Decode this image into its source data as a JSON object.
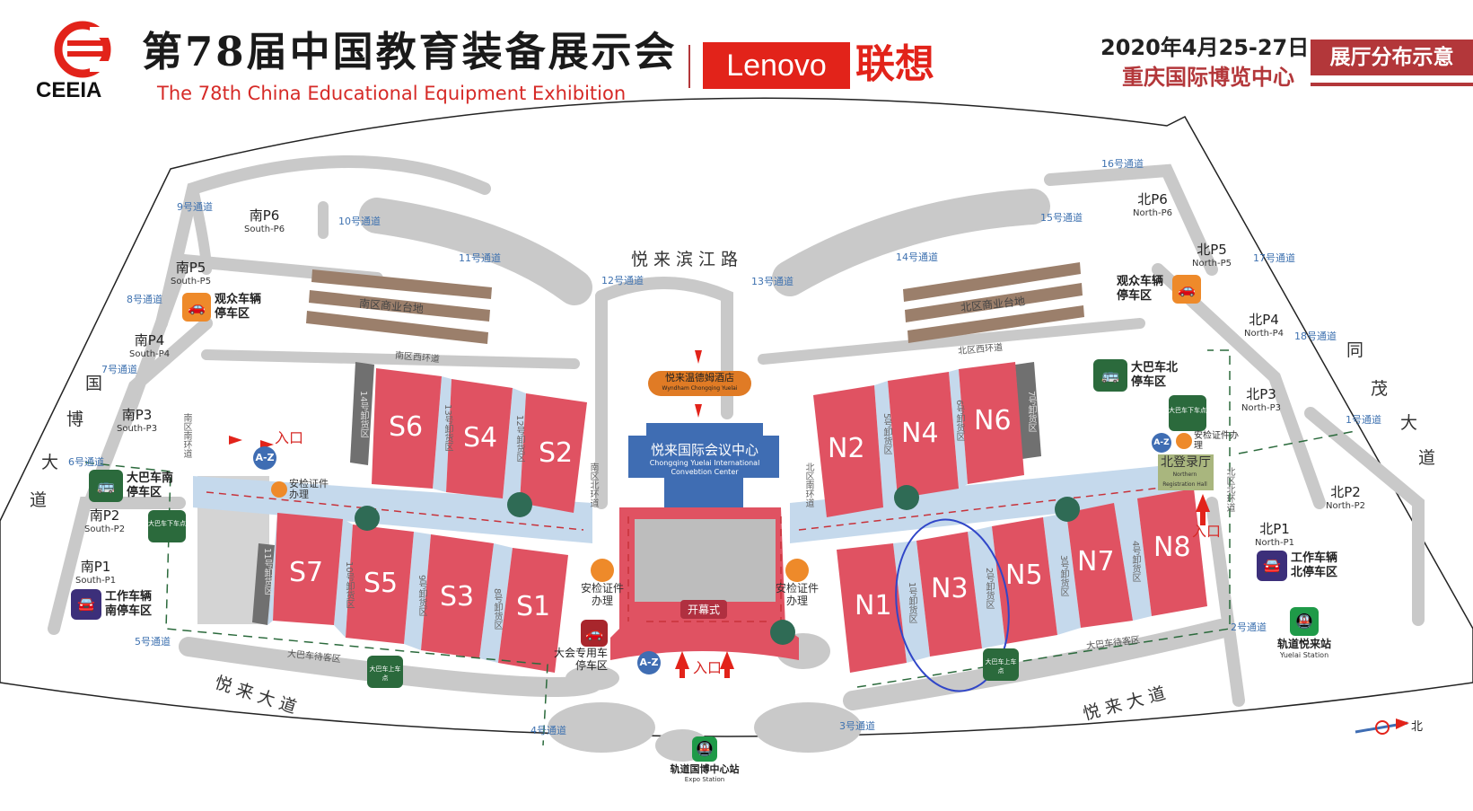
{
  "header": {
    "logo_text": "CEEIA",
    "title_cn": "第78届中国教育装备展示会",
    "title_en": "The 78th China Educational Equipment Exhibition",
    "sponsor_en": "Lenovo",
    "sponsor_cn": "联想",
    "date": "2020年4月25-27日",
    "venue": "重庆国际博览中心",
    "map_label": "展厅分布示意"
  },
  "roads": [
    "9号通道",
    "10号通道",
    "11号通道",
    "12号通道",
    "13号通道",
    "14号通道",
    "15号通道",
    "16号通道",
    "17号通道",
    "18号通道",
    "1号通道",
    "2号通道",
    "3号通道",
    "4号通道",
    "5号通道",
    "6号通道",
    "7号通道",
    "8号通道"
  ],
  "parking": [
    {
      "cn": "南P6",
      "en": "South-P6"
    },
    {
      "cn": "南P5",
      "en": "South-P5"
    },
    {
      "cn": "南P4",
      "en": "South-P4"
    },
    {
      "cn": "南P3",
      "en": "South-P3"
    },
    {
      "cn": "南P2",
      "en": "South-P2"
    },
    {
      "cn": "南P1",
      "en": "South-P1"
    },
    {
      "cn": "北P6",
      "en": "North-P6"
    },
    {
      "cn": "北P5",
      "en": "North-P5"
    },
    {
      "cn": "北P4",
      "en": "North-P4"
    },
    {
      "cn": "北P3",
      "en": "North-P3"
    },
    {
      "cn": "北P2",
      "en": "North-P2"
    },
    {
      "cn": "北P1",
      "en": "North-P1"
    }
  ],
  "streets": {
    "binjiang": "悦来滨江路",
    "yuelai": "悦来大道",
    "guobo": [
      "国",
      "博",
      "大",
      "道"
    ],
    "tongmao": [
      "同",
      "茂",
      "大",
      "道"
    ]
  },
  "zones": {
    "south_commercial": "南区商业台地",
    "north_commercial": "北区商业台地",
    "south_west_ring": "南区西环道",
    "north_west_ring": "北区西环道",
    "south_south_ring": "南区南环道",
    "south_north_ring": "南区北环道",
    "north_south_ring": "北区南环道",
    "north_north_ring": "北区北环道",
    "bus_wait": "大巴车待客区"
  },
  "halls": {
    "S6": "S6",
    "S4": "S4",
    "S2": "S2",
    "S7": "S7",
    "S5": "S5",
    "S3": "S3",
    "S1": "S1",
    "N2": "N2",
    "N4": "N4",
    "N6": "N6",
    "N1": "N1",
    "N3": "N3",
    "N5": "N5",
    "N7": "N7",
    "N8": "N8"
  },
  "loading": [
    "14号卸货区",
    "13号卸货区",
    "12号卸货区",
    "11号卸货区",
    "10号卸货区",
    "9号卸货区",
    "8号卸货区",
    "5号卸货区",
    "6号卸货区",
    "7号卸货区",
    "1号卸货区",
    "2号卸货区",
    "3号卸货区",
    "4号卸货区"
  ],
  "facilities": {
    "visitor_parking": "观众车辆停车区",
    "bus_south": "大巴车南停车区",
    "bus_north": "大巴车北停车区",
    "bus_dropoff": "大巴车下车点",
    "bus_pickup": "大巴车上车点",
    "staff_south": "工作车辆南停车区",
    "staff_north": "工作车辆北停车区",
    "security": "安检证件办理",
    "vip_parking": "大会专用车停车区",
    "az": "A-Z",
    "entrance": "入口",
    "opening": "开幕式",
    "hotel_cn": "悦来温德姆酒店",
    "hotel_en": "Wyndham Chongqing Yuelai",
    "conf_cn": "悦来国际会议中心",
    "conf_en": "Chongqing Yuelai International Convebtion Center",
    "reg_cn": "北登录厅",
    "reg_en": "Northern Registration Hall",
    "metro_expo_cn": "轨道国博中心站",
    "metro_expo_en": "Expo Station",
    "metro_yuelai_cn": "轨道悦来站",
    "metro_yuelai_en": "Yuelai Station",
    "north": "北"
  },
  "colors": {
    "hall": "#e05262",
    "loading": "#c5d9ec",
    "road": "#c9c9c9",
    "brand_red": "#e2231a",
    "header_red": "#b3373a",
    "green": "#2b6a3c",
    "orange": "#ee8a2a",
    "blue": "#3f6db3",
    "highlight": "#3046c8"
  }
}
